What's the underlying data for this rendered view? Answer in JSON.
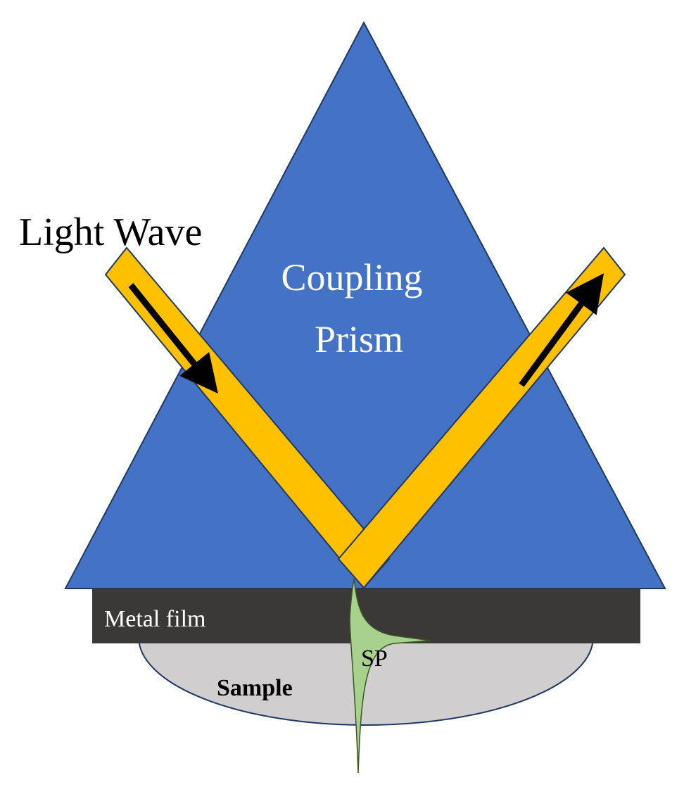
{
  "labels": {
    "light_wave": "Light Wave",
    "prism_line1": "Coupling",
    "prism_line2": "Prism",
    "metal_film": "Metal film",
    "sample": "Sample",
    "sp": "SP"
  },
  "colors": {
    "prism": "#4472C4",
    "beam": "#FFC000",
    "metal_film": "#3B3838",
    "sample": "#D0CECE",
    "sp_curve": "#A9D18E",
    "arrow": "#000000",
    "white_text": "#FFFFFF",
    "dark_text": "#000000"
  }
}
